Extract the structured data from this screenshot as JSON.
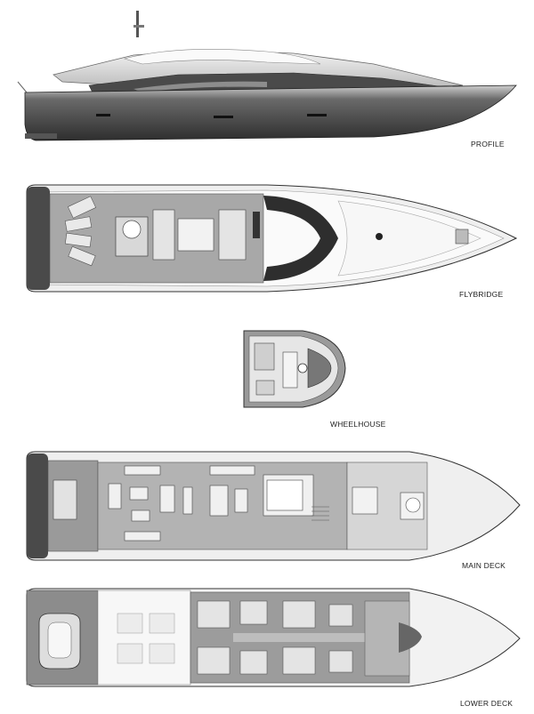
{
  "views": {
    "profile": {
      "label": "PROFILE"
    },
    "flybridge": {
      "label": "FLYBRIDGE"
    },
    "wheelhouse": {
      "label": "WHEELHOUSE"
    },
    "main_deck": {
      "label": "MAIN DECK"
    },
    "lower_deck": {
      "label": "LOWER DECK"
    }
  },
  "colors": {
    "hull_dark": "#3a3a3a",
    "deck_grey": "#8a8a8a",
    "deck_light": "#e4e4e4",
    "line": "#333333",
    "white": "#ffffff"
  }
}
